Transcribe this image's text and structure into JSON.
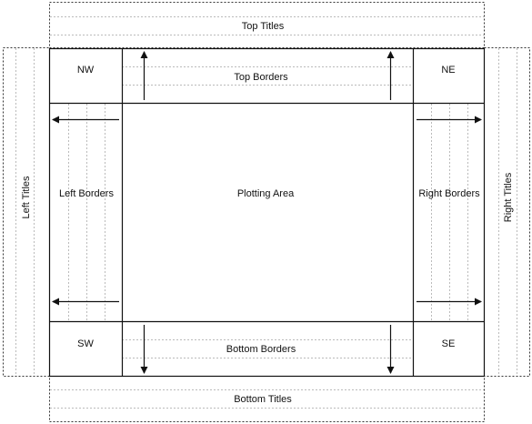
{
  "labels": {
    "top_titles": "Top Titles",
    "bottom_titles": "Bottom Titles",
    "left_titles": "Left Titles",
    "right_titles": "Right Titles",
    "top_borders": "Top Borders",
    "bottom_borders": "Bottom Borders",
    "left_borders": "Left Borders",
    "right_borders": "Right Borders",
    "plotting_area": "Plotting Area",
    "nw": "NW",
    "ne": "NE",
    "sw": "SW",
    "se": "SE"
  },
  "colors": {
    "frame": "#111111",
    "dashed": "#333333",
    "guide": "#bbbbbb"
  }
}
